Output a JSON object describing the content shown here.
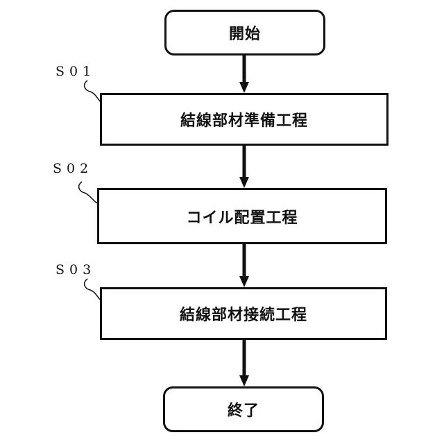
{
  "flowchart": {
    "start": {
      "label": "開始"
    },
    "steps": [
      {
        "id": "S01",
        "code": "S01",
        "label": "結線部材準備工程"
      },
      {
        "id": "S02",
        "code": "S02",
        "label": "コイル配置工程"
      },
      {
        "id": "S03",
        "code": "S03",
        "label": "結線部材接続工程"
      }
    ],
    "end": {
      "label": "終了"
    }
  }
}
